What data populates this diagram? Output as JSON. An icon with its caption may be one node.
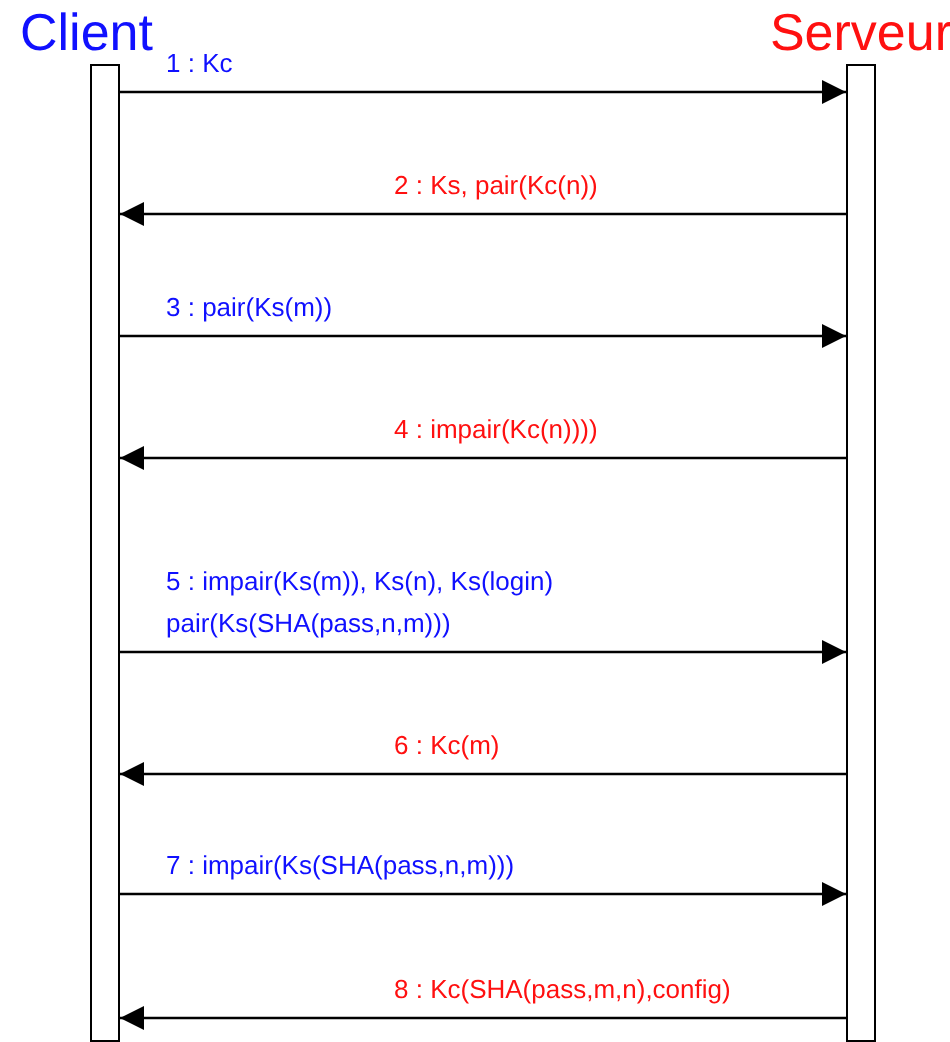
{
  "diagram": {
    "nodes": [
      {
        "text": [
          "Client"
        ]
      },
      {
        "text": [
          "Serveur"
        ]
      }
    ],
    "edges": [
      {
        "from": 0,
        "to": 1,
        "arrow": "to",
        "label": "1 : Kc"
      },
      {
        "from": 1,
        "to": 0,
        "arrow": "to",
        "label": "2 : Ks, pair(Kc(n))"
      },
      {
        "from": 0,
        "to": 1,
        "arrow": "to",
        "label": "3 : pair(Ks(m))"
      },
      {
        "from": 1,
        "to": 0,
        "arrow": "to",
        "label": "4 : impair(Kc(n))))"
      },
      {
        "from": 0,
        "to": 1,
        "arrow": "to",
        "label": "5 : impair(Ks(m)), Ks(n), Ks(login) pair(Ks(SHA(pass,n,m)))"
      },
      {
        "from": 1,
        "to": 0,
        "arrow": "to",
        "label": "6 : Kc(m)"
      },
      {
        "from": 0,
        "to": 1,
        "arrow": "to",
        "label": "7 : impair(Ks(SHA(pass,n,m)))"
      },
      {
        "from": 1,
        "to": 0,
        "arrow": "to",
        "label": "8 : Kc(SHA(pass,m,n),config)"
      }
    ]
  }
}
